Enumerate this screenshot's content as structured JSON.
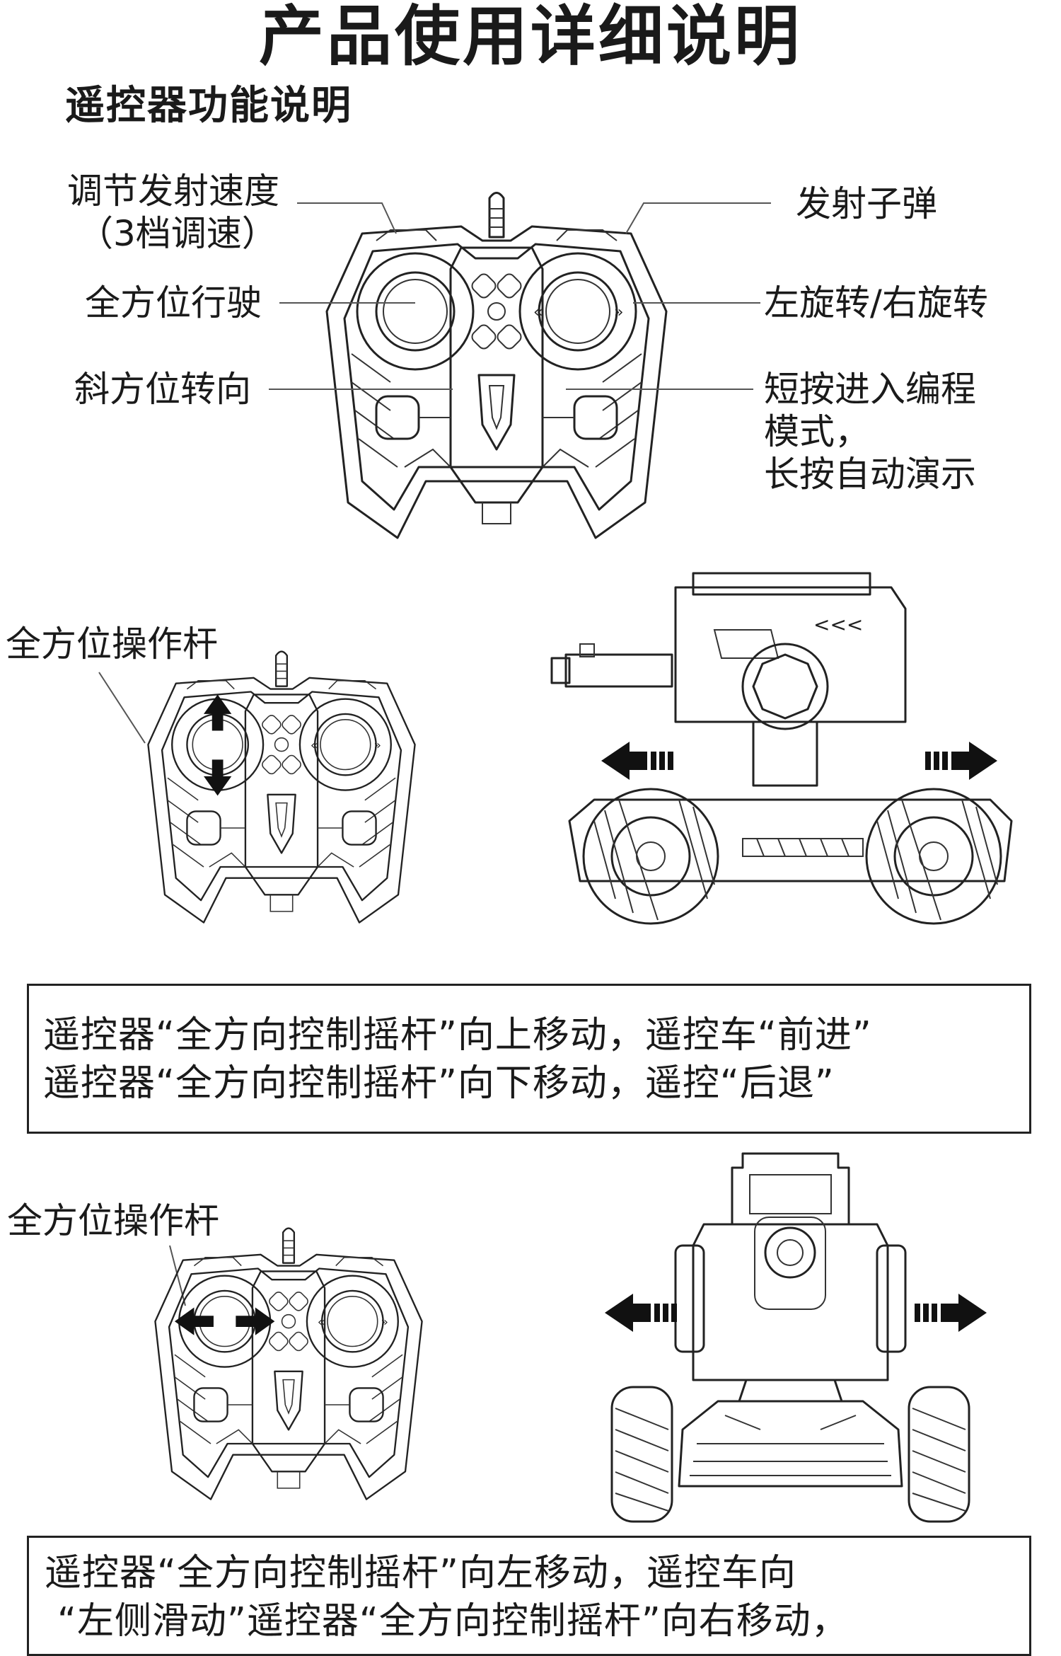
{
  "header": {
    "title": "产品使用详细说明",
    "subtitle": "遥控器功能说明"
  },
  "controller_diagram": {
    "labels": {
      "speed_line1": "调节发射速度",
      "speed_line2": "（3档调速）",
      "fire": "发射子弹",
      "omni_drive": "全方位行驶",
      "rotate": "左旋转/右旋转",
      "diagonal": "斜方位转向",
      "program_line1": "短按进入编程",
      "program_line2": "模式，",
      "program_line3": "长按自动演示"
    }
  },
  "section_forward": {
    "stick_label": "全方位操作杆",
    "caption_line1": "遥控器“全方向控制摇杆”向上移动，遥控车“前进”",
    "caption_line2": "遥控器“全方向控制摇杆”向下移动，遥控“后退”"
  },
  "section_slide": {
    "stick_label": "全方位操作杆",
    "caption_line1": "遥控器“全方向控制摇杆”向左移动，遥控车向",
    "caption_line2": "“左侧滑动”遥控器“全方向控制摇杆”向右移动，"
  },
  "colors": {
    "ink": "#1a1a1a",
    "paper": "#ffffff"
  }
}
